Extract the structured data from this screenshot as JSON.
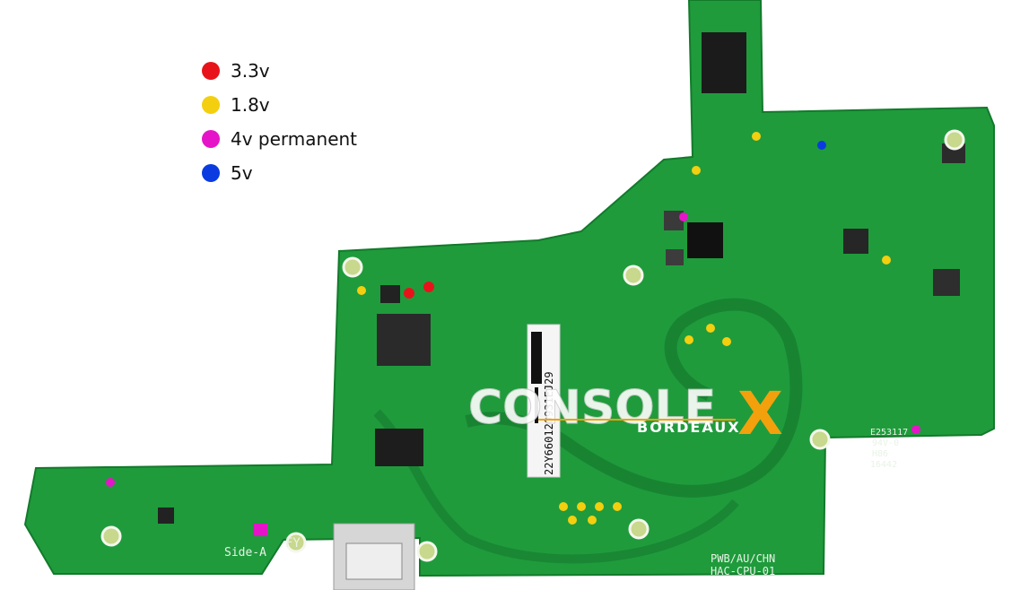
{
  "legend": [
    {
      "label": "3.3v",
      "color": "#e8131a"
    },
    {
      "label": "1.8v",
      "color": "#f3cf0f"
    },
    {
      "label": "4v permanent",
      "color": "#e614c9"
    },
    {
      "label": "5v",
      "color": "#0b3be0"
    }
  ],
  "board": {
    "pcb_color": "#1f9b3c",
    "silk": {
      "side": "Side-A",
      "fy": "FY",
      "model_line1": "PWB/AU/CHN",
      "model_line2": "HAC-CPU-01",
      "cert1": "E253117",
      "cert2": "94V-0",
      "cert3": "H86",
      "cert4": "16442",
      "barcode": "22Y660120931EJ29"
    }
  },
  "watermark": {
    "main": "CONSOLE",
    "x": "X",
    "sub": "BORDEAUX",
    "colors": {
      "text": "#ffffff",
      "accent": "#f2a10c"
    }
  }
}
